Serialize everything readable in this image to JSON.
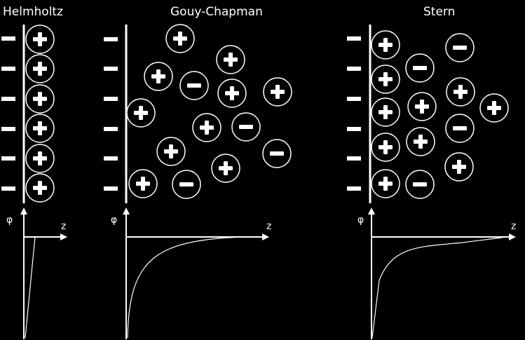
{
  "titles": {
    "helmholtz": "Helmholtz",
    "gouy_chapman": "Gouy-Chapman",
    "stern": "Stern"
  },
  "axes": {
    "potential_symbol": "φ",
    "distance_symbol": "z"
  },
  "colors": {
    "background": "#000000",
    "foreground": "#ffffff"
  },
  "icons": {
    "cation": "plus-circle-icon",
    "anion": "minus-circle-icon",
    "surface_charge": "minus-dash-icon"
  }
}
